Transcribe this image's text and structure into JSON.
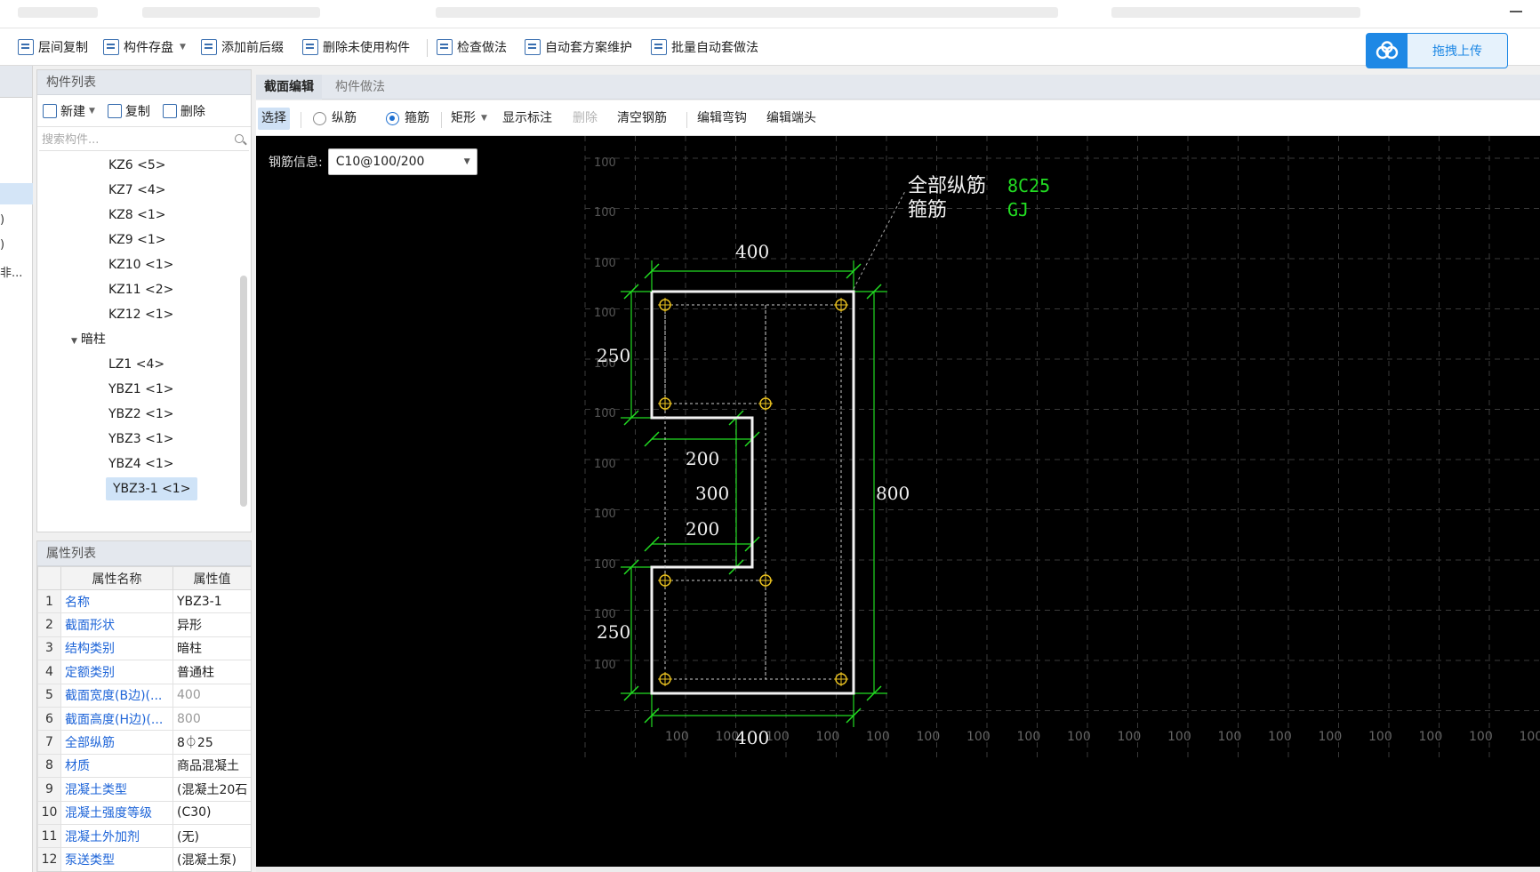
{
  "toolbar": {
    "items": [
      {
        "label": "层间复制",
        "icon": "floor-copy-icon"
      },
      {
        "label": "构件存盘",
        "icon": "component-save-icon",
        "dropdown": true
      },
      {
        "label": "添加前后缀",
        "icon": "add-affix-icon"
      },
      {
        "label": "删除未使用构件",
        "icon": "delete-unused-icon"
      },
      {
        "label": "检查做法",
        "icon": "check-method-icon"
      },
      {
        "label": "自动套方案维护",
        "icon": "auto-scheme-icon"
      },
      {
        "label": "批量自动套做法",
        "icon": "batch-auto-icon"
      }
    ],
    "upload_label": "拖拽上传"
  },
  "leftstrip": {
    "texts": [
      ")",
      ")",
      "非..."
    ]
  },
  "component_list": {
    "title": "构件列表",
    "actions": {
      "new": "新建",
      "copy": "复制",
      "delete": "删除"
    },
    "search_placeholder": "搜索构件...",
    "items": [
      "KZ6 <5>",
      "KZ7 <4>",
      "KZ8 <1>",
      "KZ9 <1>",
      "KZ10 <1>",
      "KZ11 <2>",
      "KZ12 <1>"
    ],
    "group": "暗柱",
    "group_items": [
      "LZ1 <4>",
      "YBZ1 <1>",
      "YBZ2 <1>",
      "YBZ3 <1>",
      "YBZ4 <1>",
      "YBZ3-1 <1>"
    ],
    "selected": "YBZ3-1 <1>"
  },
  "property_list": {
    "title": "属性列表",
    "col_name": "属性名称",
    "col_value": "属性值",
    "rows": [
      {
        "n": "1",
        "name": "名称",
        "value": "YBZ3-1",
        "gray": false
      },
      {
        "n": "2",
        "name": "截面形状",
        "value": "异形",
        "gray": false
      },
      {
        "n": "3",
        "name": "结构类别",
        "value": "暗柱",
        "gray": false
      },
      {
        "n": "4",
        "name": "定额类别",
        "value": "普通柱",
        "gray": false
      },
      {
        "n": "5",
        "name": "截面宽度(B边)(...",
        "value": "400",
        "gray": true
      },
      {
        "n": "6",
        "name": "截面高度(H边)(...",
        "value": "800",
        "gray": true
      },
      {
        "n": "7",
        "name": "全部纵筋",
        "value": "8⏀25",
        "gray": false
      },
      {
        "n": "8",
        "name": "材质",
        "value": "商品混凝土",
        "gray": false
      },
      {
        "n": "9",
        "name": "混凝土类型",
        "value": "(混凝土20石",
        "gray": false
      },
      {
        "n": "10",
        "name": "混凝土强度等级",
        "value": "(C30)",
        "gray": false
      },
      {
        "n": "11",
        "name": "混凝土外加剂",
        "value": "(无)",
        "gray": false
      },
      {
        "n": "12",
        "name": "泵送类型",
        "value": "(混凝土泵)",
        "gray": false
      }
    ]
  },
  "tabs": [
    "截面编辑",
    "构件做法"
  ],
  "edit_toolbar": {
    "select": "选择",
    "longitudinal": "纵筋",
    "stirrup": "箍筋",
    "shape": "矩形",
    "show_label": "显示标注",
    "delete": "删除",
    "clear": "清空钢筋",
    "edit_hook": "编辑弯钩",
    "edit_end": "编辑端头"
  },
  "canvas": {
    "rebar_info_label": "钢筋信息:",
    "rebar_info_value": "C10@100/200",
    "annotation_label_1": "全部纵筋",
    "annotation_value_1": "8C25",
    "annotation_label_2": "箍筋",
    "annotation_value_2": "GJ",
    "grid_label": "100",
    "dims": {
      "top": "400",
      "bottom": "400",
      "right": "800",
      "left_top": "250",
      "left_bottom": "250",
      "notch_top": "200",
      "notch_mid": "300",
      "notch_bottom": "200"
    }
  },
  "colors": {
    "accent": "#1e88e5",
    "link": "#1d64d8",
    "dim_green": "#22dd22",
    "rebar_yellow": "#e8c020"
  }
}
